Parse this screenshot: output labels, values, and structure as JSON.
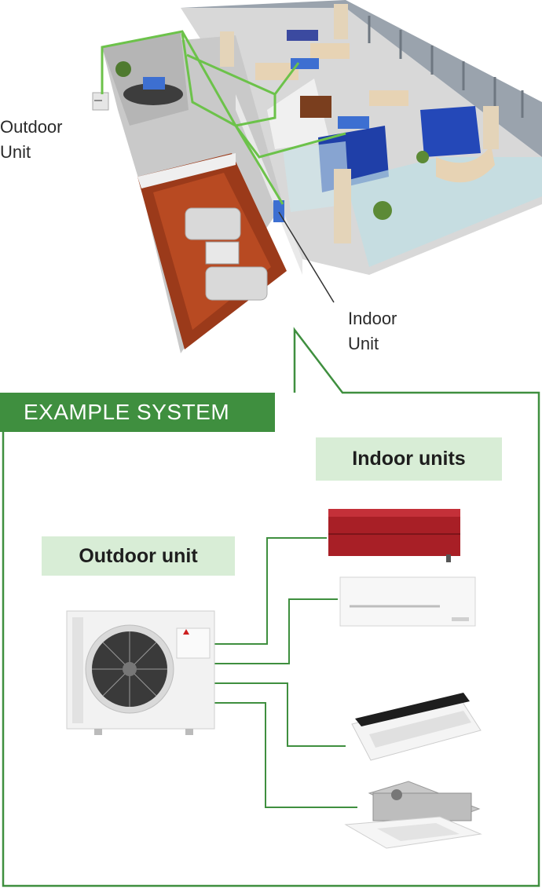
{
  "callouts": {
    "outdoor_unit": [
      "Outdoor",
      "Unit"
    ],
    "indoor_unit": [
      "Indoor",
      "Unit"
    ]
  },
  "system": {
    "banner": "EXAMPLE SYSTEM",
    "indoor_units_label": "Indoor units",
    "outdoor_unit_label": "Outdoor unit"
  },
  "colors": {
    "accent_green": "#3f8f3f",
    "label_green": "#d8edd6",
    "pipe_green": "#6cc24a",
    "duct_blue": "#3d6fd1",
    "wall_red": "#a12424"
  },
  "icons": {
    "office": "office-floorplan-illustration",
    "outdoor": "outdoor-condenser-unit",
    "indoor": [
      "wall-mounted-red-unit",
      "wall-mounted-white-unit",
      "one-way-ceiling-cassette",
      "four-way-ceiling-cassette"
    ]
  }
}
